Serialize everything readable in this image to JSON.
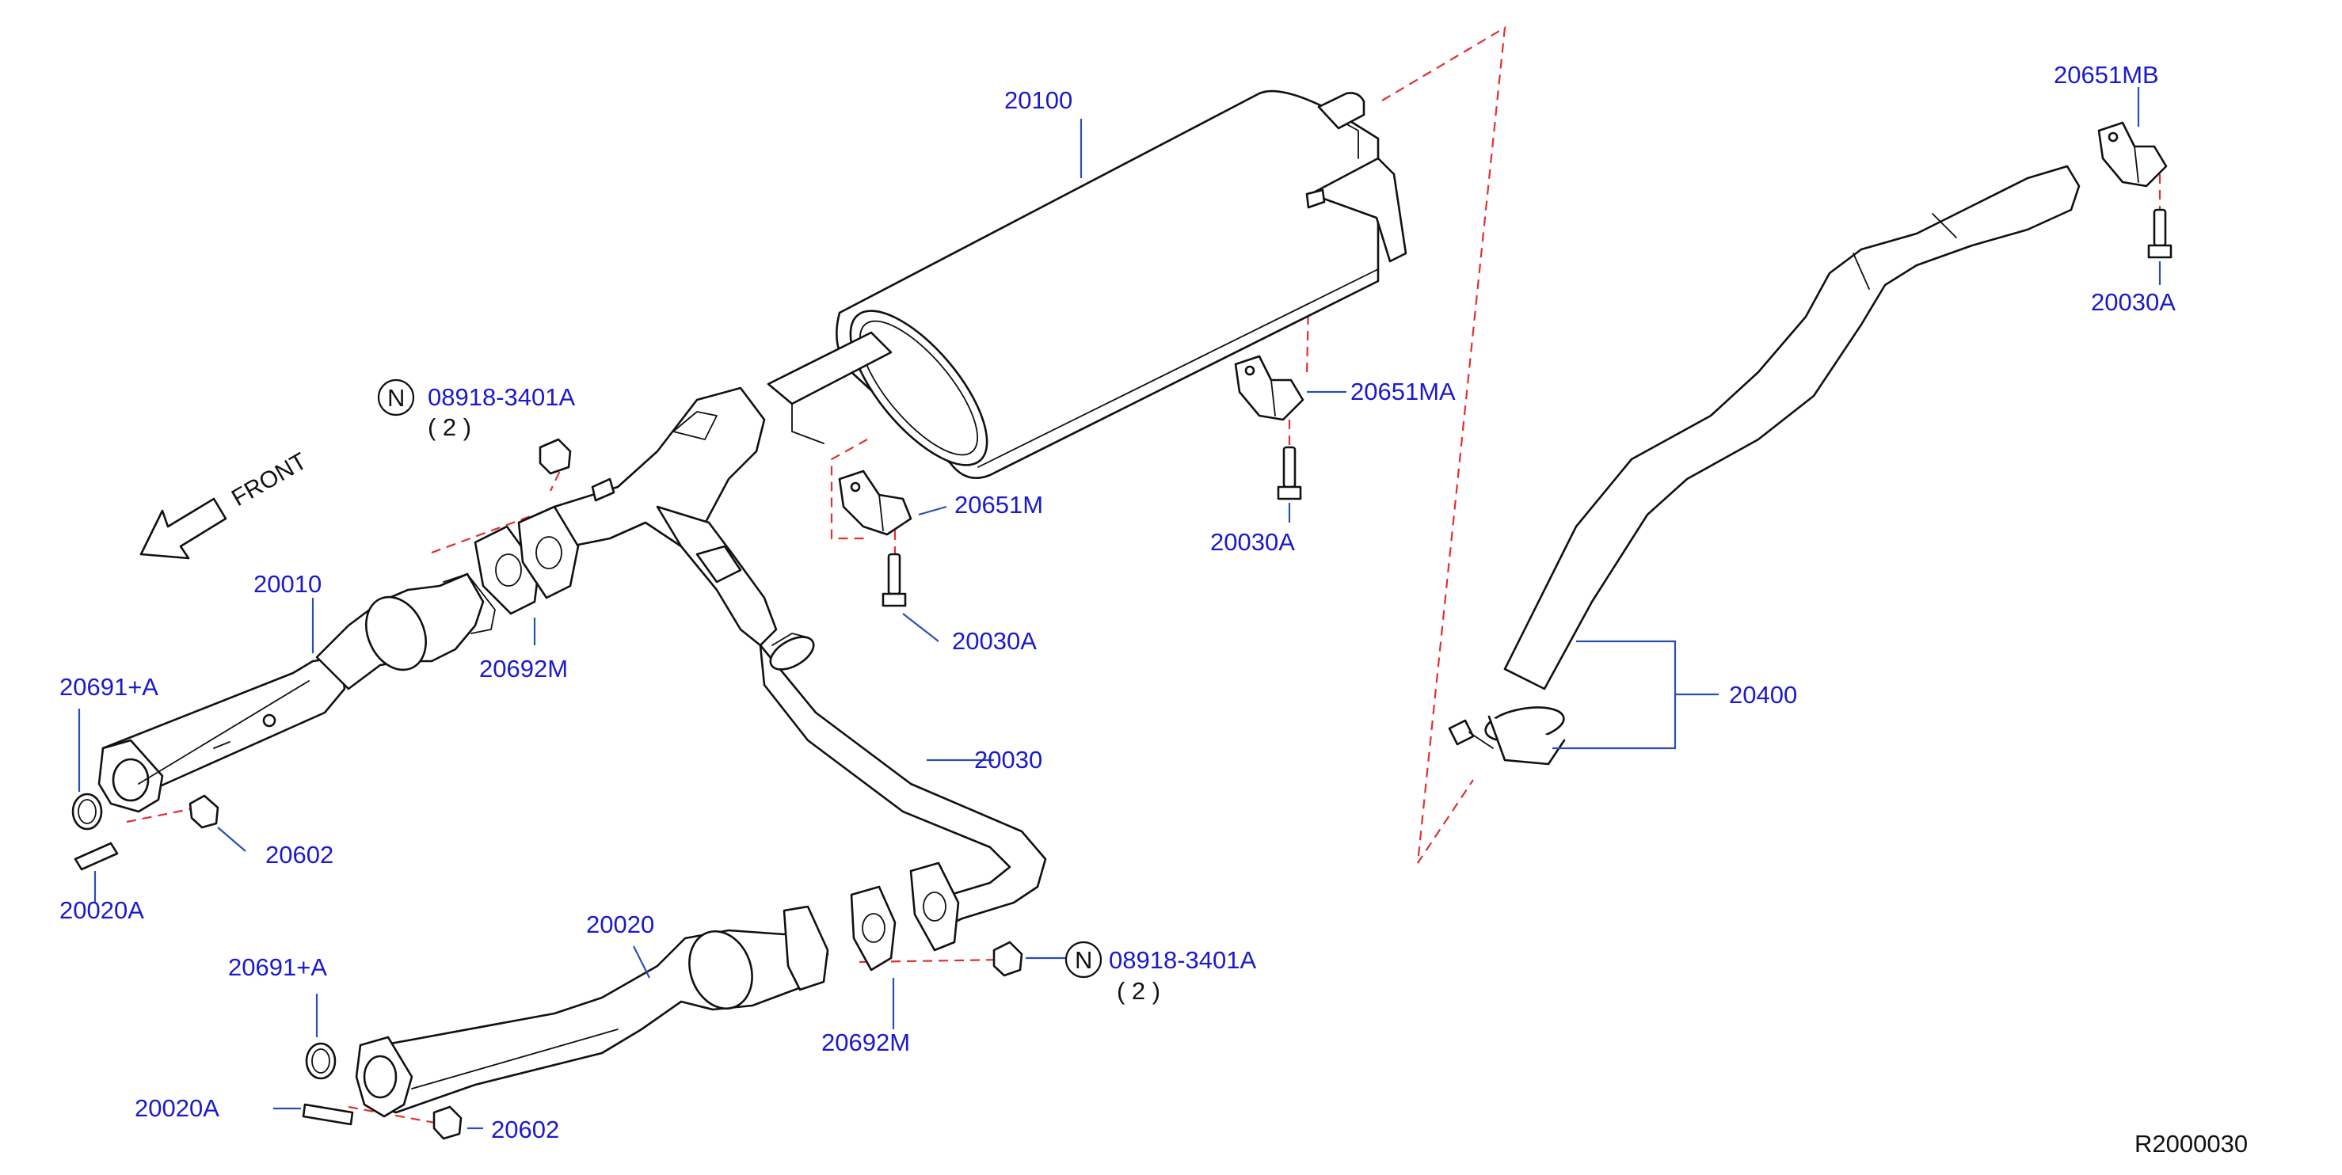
{
  "diagram": {
    "ref_code": "R2000030",
    "front_label": "FRONT",
    "labels": {
      "muffler": "20100",
      "nut_n_top": "08918-3401A",
      "nut_n_top_qty": "( 2 )",
      "front_tube": "20010",
      "mount_20651m": "20651M",
      "gasket_top": "20692M",
      "bolt_mid": "20030A",
      "seal_top": "20691+A",
      "center_pipe": "20030",
      "nut_top": "20602",
      "stud_top": "20020A",
      "rear_tube": "20020",
      "seal_bottom": "20691+A",
      "nut_n_bottom": "08918-3401A",
      "nut_n_bottom_qty": "( 2 )",
      "gasket_bottom": "20692M",
      "stud_bottom": "20020A",
      "nut_bottom": "20602",
      "mount_20651ma": "20651MA",
      "bolt_20651ma": "20030A",
      "tail_pipe": "20400",
      "mount_20651mb": "20651MB",
      "bolt_20651mb": "20030A"
    },
    "n_symbol": "N",
    "colors": {
      "label": "#1a1acc",
      "leader": "#2a4fb0",
      "dashed": "#e03030",
      "line_art": "#111111"
    }
  }
}
